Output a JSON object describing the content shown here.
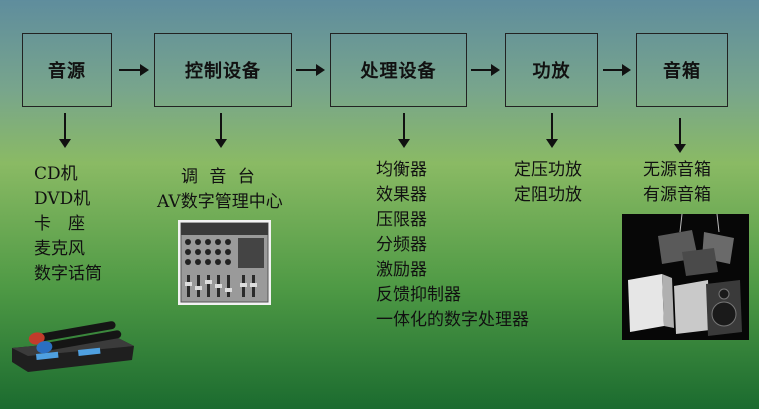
{
  "flow": {
    "boxes": [
      {
        "label": "音源"
      },
      {
        "label": "控制设备"
      },
      {
        "label": "处理设备"
      },
      {
        "label": "功放"
      },
      {
        "label": "音箱"
      }
    ]
  },
  "lists": {
    "source": [
      "CD机",
      "DVD机",
      "卡　座",
      "麦克风",
      "数字话筒"
    ],
    "control": [
      "调 音 台",
      "AV数字管理中心"
    ],
    "processing": [
      "均衡器",
      "效果器",
      "压限器",
      "分频器",
      "激励器",
      "反馈抑制器",
      "一体化的数字处理器"
    ],
    "amplifier": [
      "定压功放",
      "定阻功放"
    ],
    "speaker": [
      "无源音箱",
      "有源音箱"
    ]
  },
  "images": {
    "mic": "wireless-microphone-receiver-photo",
    "mixer": "mixer-console-photo",
    "speakers": "speaker-cabinets-photo"
  }
}
